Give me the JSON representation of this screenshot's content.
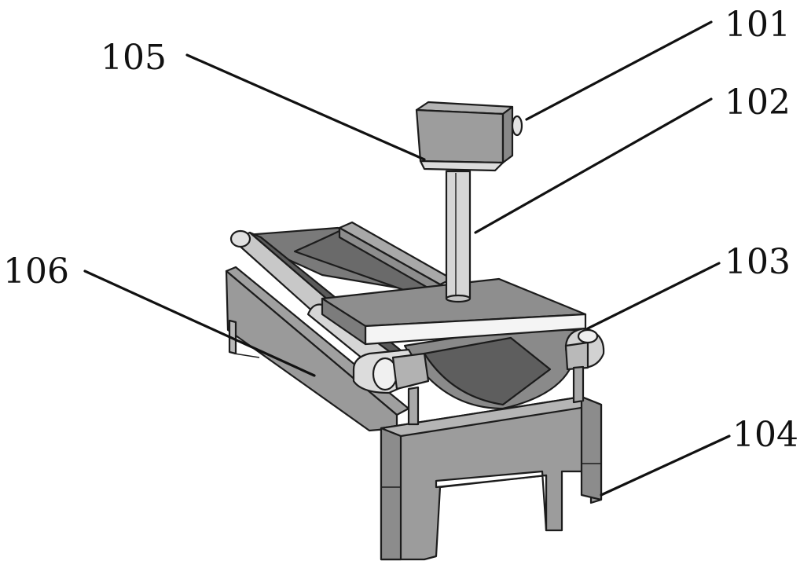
{
  "figure": {
    "labels": [
      {
        "id": "101",
        "text": "101"
      },
      {
        "id": "102",
        "text": "102"
      },
      {
        "id": "103",
        "text": "103"
      },
      {
        "id": "104",
        "text": "104"
      },
      {
        "id": "105",
        "text": "105"
      },
      {
        "id": "106",
        "text": "106"
      }
    ]
  },
  "colors": {
    "frame_front": "#8e8e8e",
    "frame_side": "#a6a6a6",
    "frame_top": "#bdbdbd",
    "trough": "#6e6e6e",
    "trough_light": "#9a9a9a",
    "plate_top": "#8a8a8a",
    "plate_side": "#f2f2f2",
    "column": "#d2d2d2",
    "camera": "#9b9b9b",
    "roller": "#c9c9c9",
    "line": "#111111"
  }
}
